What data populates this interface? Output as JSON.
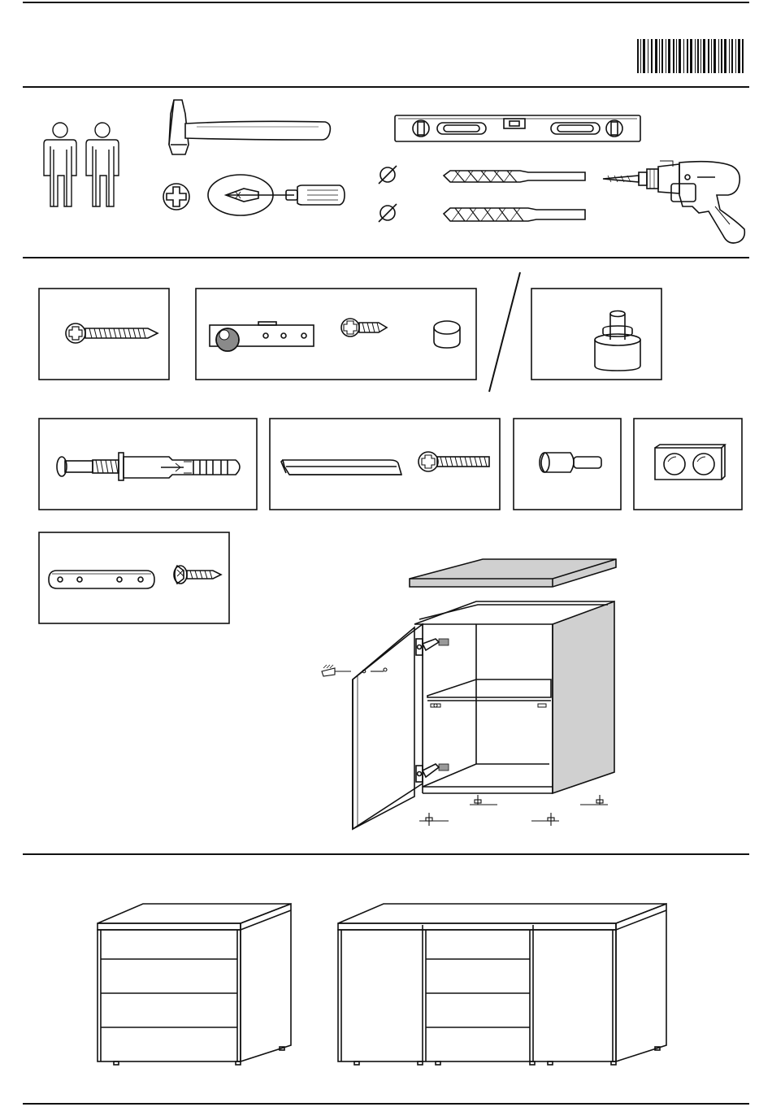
{
  "document": {
    "kind": "furniture-assembly-instructions-cover",
    "text_blocks": []
  },
  "colors": {
    "ink": "#111111",
    "paper": "#ffffff",
    "panel_gray": "#d0d0d0",
    "knob_gray": "#8a8a8a"
  },
  "icons": {
    "people": "two-person-assembly-icon",
    "hammer": "hammer-icon",
    "phillips": "phillips-head-icon",
    "screwdriver": "screwdriver-icon",
    "level": "spirit-level-icon",
    "diameter": "diameter-symbol-icon",
    "drill_bit": "drill-bit-icon",
    "drill": "power-drill-icon"
  },
  "hardware_boxes": [
    "wood-screw",
    "hinge-plate-screw-cap",
    "adjustable-foot",
    "wall-anchor-bolt",
    "rail-machine-screw",
    "shelf-pin",
    "double-connector",
    "connector-strip-screw"
  ]
}
